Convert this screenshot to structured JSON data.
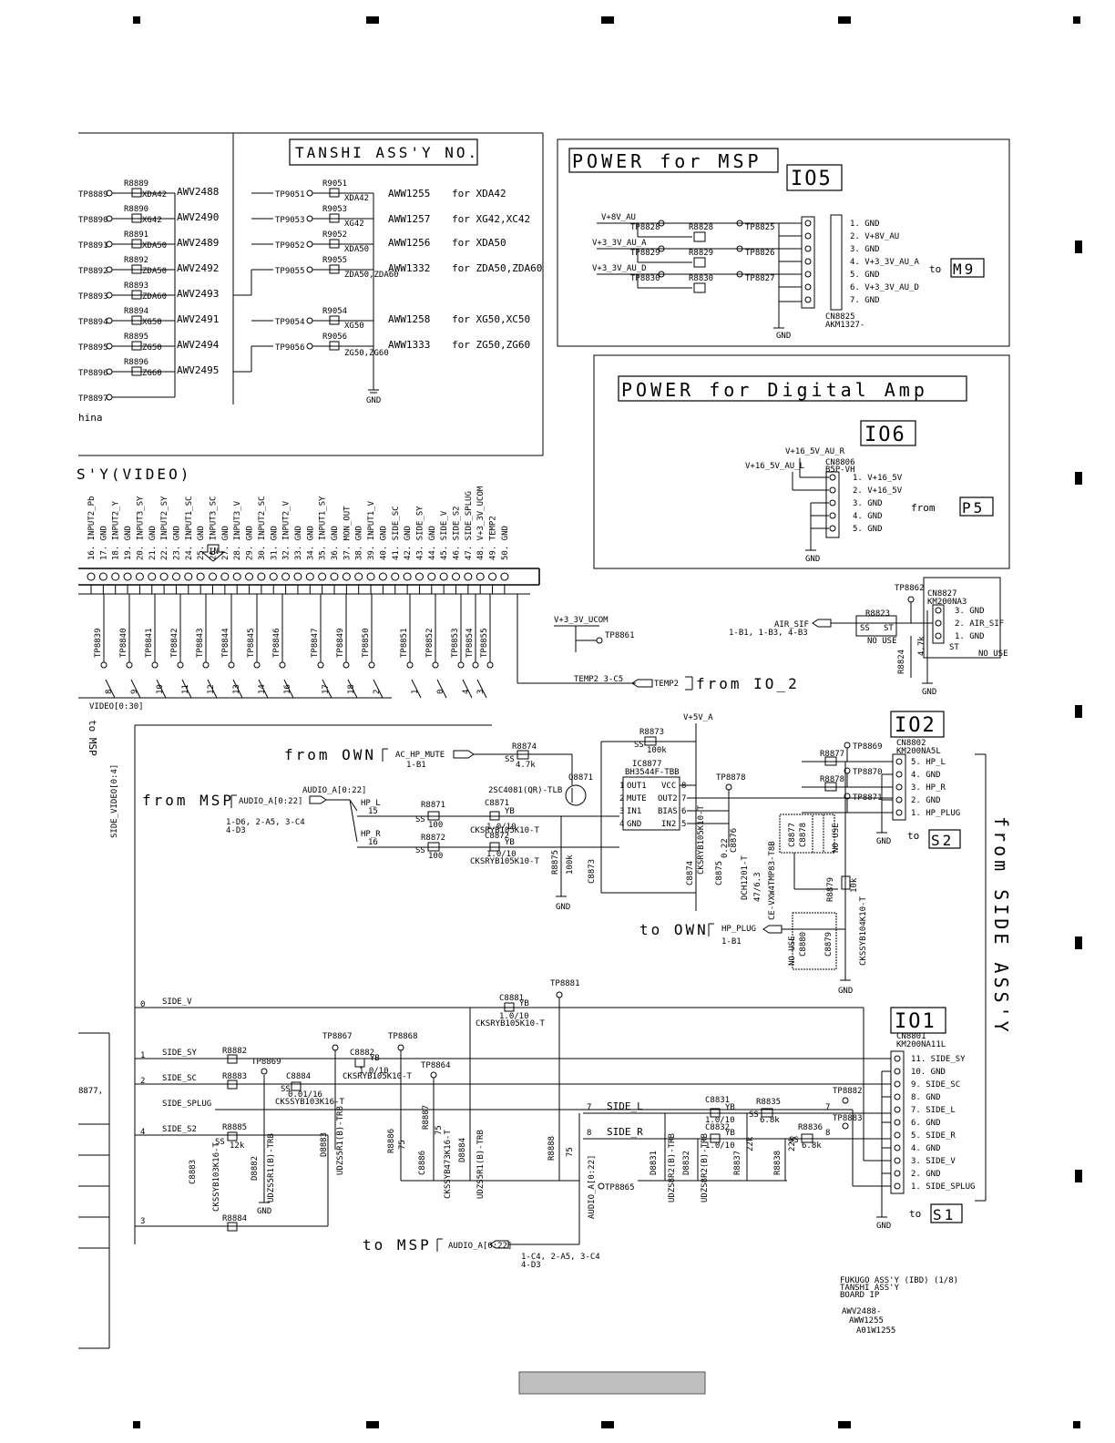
{
  "corner_marks": {
    "left": "■",
    "right": "■"
  },
  "tanshi": {
    "title": "TANSHI ASS'Y NO.",
    "left_tps": [
      "TP8889",
      "TP8890",
      "TP8891",
      "TP8892",
      "TP8893",
      "TP8894",
      "TP8895",
      "TP8896",
      "TP8897"
    ],
    "left_res": [
      "R8889",
      "R8890",
      "R8891",
      "R8892",
      "R8893",
      "R8894",
      "R8895",
      "R8896"
    ],
    "left_tags": [
      "XDA42",
      "XG42",
      "XDA50",
      "ZDA50",
      "ZDA60",
      "XG50",
      "ZG50",
      "ZG60"
    ],
    "awv": [
      "AWV2488",
      "AWV2490",
      "AWV2489",
      "AWV2492",
      "AWV2493",
      "AWV2491",
      "AWV2494",
      "AWV2495"
    ],
    "rows": [
      {
        "tp": "TP9051",
        "r": "R9051",
        "tag": "XDA42",
        "awv": "AWW1255",
        "for": "for XDA42"
      },
      {
        "tp": "TP9053",
        "r": "R9053",
        "tag": "XG42",
        "awv": "AWW1257",
        "for": "for XG42,XC42"
      },
      {
        "tp": "TP9052",
        "r": "R9052",
        "tag": "XDA50",
        "awv": "AWW1256",
        "for": "for XDA50"
      },
      {
        "tp": "TP9055",
        "r": "R9055",
        "tag": "ZDA50,ZDA60",
        "awv": "AWW1332",
        "for": "for ZDA50,ZDA60"
      },
      {
        "tp": "TP9054",
        "r": "R9054",
        "tag": "XG50",
        "awv": "AWW1258",
        "for": "for XG50,XC50"
      },
      {
        "tp": "TP9056",
        "r": "R9056",
        "tag": "ZG50,ZG60",
        "awv": "AWW1333",
        "for": "for ZG50,ZG60"
      }
    ],
    "gnd": "GND",
    "partial": "hina"
  },
  "power_msp": {
    "title": "POWER for MSP",
    "id": "IO5",
    "nets": [
      "V+8V_AU",
      "V+3_3V_AU_A",
      "V+3_3V_AU_D"
    ],
    "tps": [
      "TP8828",
      "TP8829",
      "TP8830",
      "TP8825",
      "TP8826",
      "TP8827"
    ],
    "res": [
      "R8828",
      "R8829",
      "R8830"
    ],
    "pins": [
      "1. GND",
      "2. V+8V_AU",
      "3. GND",
      "4. V+3_3V_AU_A",
      "5. GND",
      "6. V+3_3V_AU_D",
      "7. GND"
    ],
    "cn": "CN8825",
    "cn_part": "AKM1327-",
    "to": "to",
    "dest": "M9",
    "gnd": "GND"
  },
  "power_amp": {
    "title": "POWER for Digital Amp",
    "id": "IO6",
    "nets": [
      "V+16_5V_AU_R",
      "V+16_5V_AU_L"
    ],
    "cn": "CN8806",
    "cn_part": "B5P-VH",
    "pins": [
      "1. V+16_5V",
      "2. V+16_5V",
      "3. GND",
      "4. GND",
      "5. GND"
    ],
    "from": "from",
    "dest": "P5",
    "gnd": "GND"
  },
  "video": {
    "header": "S'Y(VIDEO)",
    "pins": [
      "16. INPUT2_Pb",
      "17. GND",
      "18. INPUT2_Y",
      "19. GND",
      "20. INPUT3_SY",
      "21. GND",
      "22. INPUT2_SY",
      "23. GND",
      "24. INPUT1_SC",
      "25. GND",
      "26. INPUT3_SC",
      "27. GND",
      "28. INPUT3_V",
      "29. GND",
      "30. INPUT2_SC",
      "31. GND",
      "32. INPUT2_V",
      "33. GND",
      "34. GND",
      "35. INPUT1_SY",
      "36. GND",
      "37. MON_OUT",
      "38. GND",
      "39. INPUT1_V",
      "40. GND",
      "41. SIDE_SC",
      "42. GND",
      "43. SIDE_SY",
      "44. GND",
      "45. SIDE_V",
      "46. SIDE_S2",
      "47. SIDE_SPLUG",
      "48. V+3_3V_UCOM",
      "49. TEMP2",
      "50. GND"
    ],
    "in_label": "IN",
    "tps": [
      "TP8839",
      "TP8840",
      "TP8841",
      "TP8842",
      "TP8843",
      "TP8844",
      "TP8845",
      "TP8846",
      "TP8847",
      "TP8849",
      "TP8850",
      "TP8851",
      "TP8852",
      "TP8853",
      "TP8854",
      "TP8855"
    ],
    "bus_nums": [
      "8",
      "9",
      "10",
      "11",
      "12",
      "13",
      "14",
      "16",
      "17",
      "18",
      "2",
      "1",
      "0",
      "4",
      "3"
    ],
    "bus": "VIDEO[0:30]",
    "to_msp": "to MSP",
    "side_bus": "SIDE_VIDEO[0:4]"
  },
  "ucom": {
    "net": "V+3_3V_UCOM",
    "tp": "TP8861"
  },
  "temp": {
    "label": "TEMP2 3-C5",
    "tag": "TEMP2",
    "from": "from IO_2"
  },
  "air": {
    "tp": "TP8862",
    "net": "AIR_SIF",
    "refs": "1-B1, 1-B3, 4-B3",
    "res": "R8823",
    "ss": "SS",
    "st": "ST",
    "nouse": "NO USE",
    "res2": "R8824",
    "res2_val": "4.7k",
    "cn": "CN8827",
    "cn_part": "KM200NA3",
    "pins": [
      "3. GND",
      "2. AIR_SIF",
      "1. GND"
    ],
    "box_st": "ST",
    "box_nouse": "NO USE",
    "gnd": "GND"
  },
  "io2": {
    "id": "IO2",
    "cn": "CN8802",
    "cn_part": "KM200NA5L",
    "pins": [
      "5. HP_L",
      "4. GND",
      "3. HP_R",
      "2. GND",
      "1. HP_PLUG"
    ],
    "to": "to",
    "dest": "S2",
    "from_own": "from OWN",
    "hp_mute": "AC_HP_MUTE",
    "hp_mute_ref": "1-B1",
    "r8874": "R8874",
    "r8874_val": "4.7k",
    "r8873": "R8873",
    "r8873_val": "100k",
    "ss": "SS",
    "v5a": "V+5V_A",
    "ic": "IC8877",
    "ic_part": "BH3544F-TBB",
    "ic_pins_l": [
      "OUT1",
      "MUTE",
      "IN1",
      "GND"
    ],
    "ic_pins_r": [
      "VCC",
      "OUT2",
      "BIAS",
      "IN2"
    ],
    "ic_nums_l": [
      "1",
      "2",
      "3",
      "4"
    ],
    "ic_nums_r": [
      "8",
      "7",
      "6",
      "5"
    ],
    "q": "Q8871",
    "q_part": "2SC4081(QR)-TLB",
    "tp8878": "TP8878",
    "from_msp": "from MSP",
    "audio_bus": "AUDIO_A[0:22]",
    "audio_refs": "1-D6, 2-A5, 3-C4",
    "audio_refs2": "4-D3",
    "hp_l": "HP_L",
    "hp_l_num": "15",
    "hp_r": "HP_R",
    "hp_r_num": "16",
    "r8871": "R8871",
    "r8872": "R8872",
    "r_val": "100",
    "c8871": "C8871",
    "c8872": "C8872",
    "c_val": "1.0/10",
    "c_part": "CKSRYB105K10-T",
    "yb": "YB",
    "tp8869": "TP8869",
    "tp8870": "TP8870",
    "tp8871": "TP8871",
    "r8877": "R8877",
    "r8878": "R8878",
    "r8875": "R8875",
    "r8875_val": "100k",
    "r8879": "R8879",
    "r8879_val": "10k",
    "c8873": "C8873",
    "c8874": "C8874",
    "c8875": "C8875",
    "c8875_part": "CKSRYB105K10-T",
    "c8876": "C8876",
    "c8876_part": "DCH1201-T",
    "c8876_val": "0.22",
    "c8877": "C8877",
    "c8878": "C8878",
    "c8879": "C8879",
    "c8880": "C8880",
    "cap_part": "CE-VXW4TMP83-T8B",
    "cap_val": "47/6.3",
    "c8879_part": "CKSSYB104K10-T",
    "nouse": "NO USE",
    "to_own": "to OWN",
    "hp_plug": "HP_PLUG",
    "hp_plug_ref": "1-B1",
    "gnd": "GND"
  },
  "io1": {
    "id": "IO1",
    "cn": "CN8801",
    "cn_part": "KM200NA11L",
    "pins": [
      "11. SIDE_SY",
      "10. GND",
      "9. SIDE_SC",
      "8. GND",
      "7. SIDE_L",
      "6. GND",
      "5. SIDE_R",
      "4. GND",
      "3. SIDE_V",
      "2. GND",
      "1. SIDE_SPLUG"
    ],
    "to": "to",
    "dest": "S1",
    "nets": [
      "SIDE_V",
      "SIDE_SY",
      "SIDE_SC",
      "SIDE_SPLUG",
      "SIDE_S2",
      "SIDE_L",
      "SIDE_R"
    ],
    "nums": [
      "0",
      "1",
      "2",
      "4",
      "3",
      "7",
      "8"
    ],
    "tps": [
      "TP8881",
      "TP8867",
      "TP8868",
      "TP8869",
      "TP8864",
      "TP8865",
      "TP8882",
      "TP8883"
    ],
    "c8881": "C8881",
    "c8881_val": "1.0/10",
    "c8881_part": "CKSRYB105K10-T",
    "c8882": "C8882",
    "c8882_val": "1.0/10",
    "c8882_part": "CKSRYB105K10-T",
    "c8884": "C8884",
    "c8884_val": "0.01/16",
    "c8884_part": "CKSSYB103K16-T",
    "r8882": "R8882",
    "r8883": "R8883",
    "r8885": "R8885",
    "r8885_val": "12k",
    "r8884": "R8884",
    "r_misc": [
      "R8886",
      "R8887",
      "R8888"
    ],
    "r_val_75": "75",
    "c8883": "C8883",
    "c8883_part": "CKSSYB103K16-T",
    "c8886": "C8886",
    "c8886_part": "CKSSYB473K16-T",
    "d_part": "UDZS5R1(B)-TRB",
    "d_list": [
      "D8882",
      "D8883",
      "D8884",
      "D8881"
    ],
    "c8831": "C8831",
    "c8832": "C8832",
    "c883_val": "1.0/10",
    "r8835": "R8835",
    "r8836": "R8836",
    "r8835_val": "6.8k",
    "r8837": "R8837",
    "r8838": "R8838",
    "r883_val": "22k",
    "d8831": "D8831",
    "d8832": "D8832",
    "d883_part": "UDZS8R2(B)-TRB",
    "to_msp": "to MSP",
    "audio_bus": "AUDIO_A[0:22]",
    "audio_tag": "AUDIO_A[0:22]",
    "audio_refs": "1-C4, 2-A5, 3-C4",
    "audio_refs2": "4-D3",
    "partial": "8877,",
    "ss": "SS",
    "yb": "YB",
    "gnd": "GND"
  },
  "from_side": "from SIDE ASS'Y",
  "footer": {
    "lines": [
      "FUKUGO ASS'Y (IBD) (1/8)",
      "TANSHI ASS'Y",
      "BOARD IP"
    ],
    "awv": "AWV2488-",
    "aww": "AWW1255",
    "a01": "A01W1255"
  }
}
